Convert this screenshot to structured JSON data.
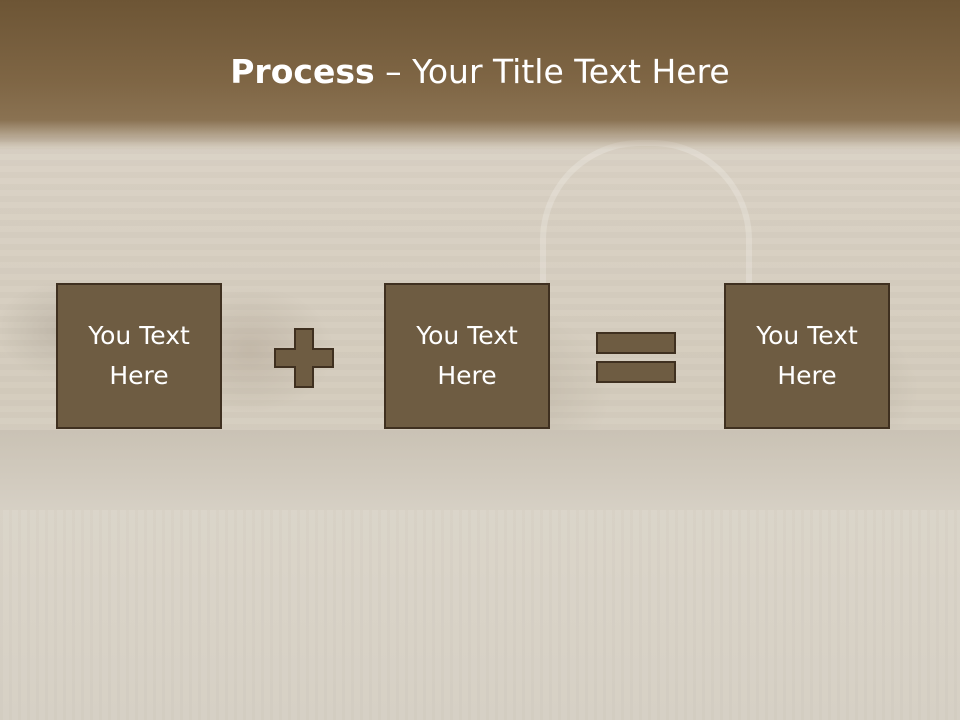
{
  "title": {
    "bold_part": "Process",
    "rest": " – Your Title Text Here"
  },
  "boxes": [
    {
      "text": "You Text Here"
    },
    {
      "text": "You Text Here"
    },
    {
      "text": "You Text Here"
    }
  ],
  "operators": [
    "plus-icon",
    "equals-icon"
  ],
  "colors": {
    "title_bar": "#7a6140",
    "box_fill": "#6e5c42",
    "box_border": "#3f3020",
    "text": "#ffffff"
  }
}
